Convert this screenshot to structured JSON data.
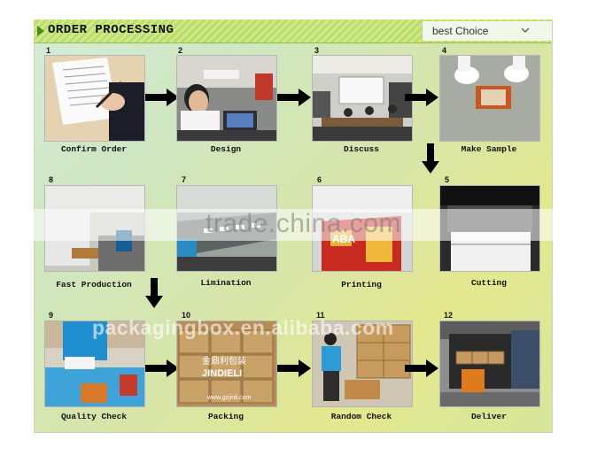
{
  "header": {
    "title": "ORDER PROCESSING",
    "badge": "best Choice"
  },
  "steps": [
    {
      "num": "1",
      "label": "Confirm Order"
    },
    {
      "num": "2",
      "label": "Design"
    },
    {
      "num": "3",
      "label": "Discuss"
    },
    {
      "num": "4",
      "label": "Make Sample"
    },
    {
      "num": "5",
      "label": "Cutting"
    },
    {
      "num": "6",
      "label": "Printing"
    },
    {
      "num": "7",
      "label": "Limination"
    },
    {
      "num": "8",
      "label": "Fast Production"
    },
    {
      "num": "9",
      "label": "Quality Check"
    },
    {
      "num": "10",
      "label": "Packing"
    },
    {
      "num": "11",
      "label": "Random Check"
    },
    {
      "num": "12",
      "label": "Deliver"
    }
  ],
  "photo_texts": {
    "printing_sign": "ABA",
    "packing_brand_cn": "金鼎利包装",
    "packing_brand": "JINDIELI",
    "packing_url": "www.gzjinli.com"
  },
  "watermarks": {
    "main": "trade.china.com",
    "secondary": "packagingbox.en.alibaba.com"
  },
  "colors": {
    "header_stripe": "#c3e27a",
    "arrow": "#000000",
    "panel_light": "#d7ecd8",
    "panel_yellow": "#e3e88e"
  }
}
